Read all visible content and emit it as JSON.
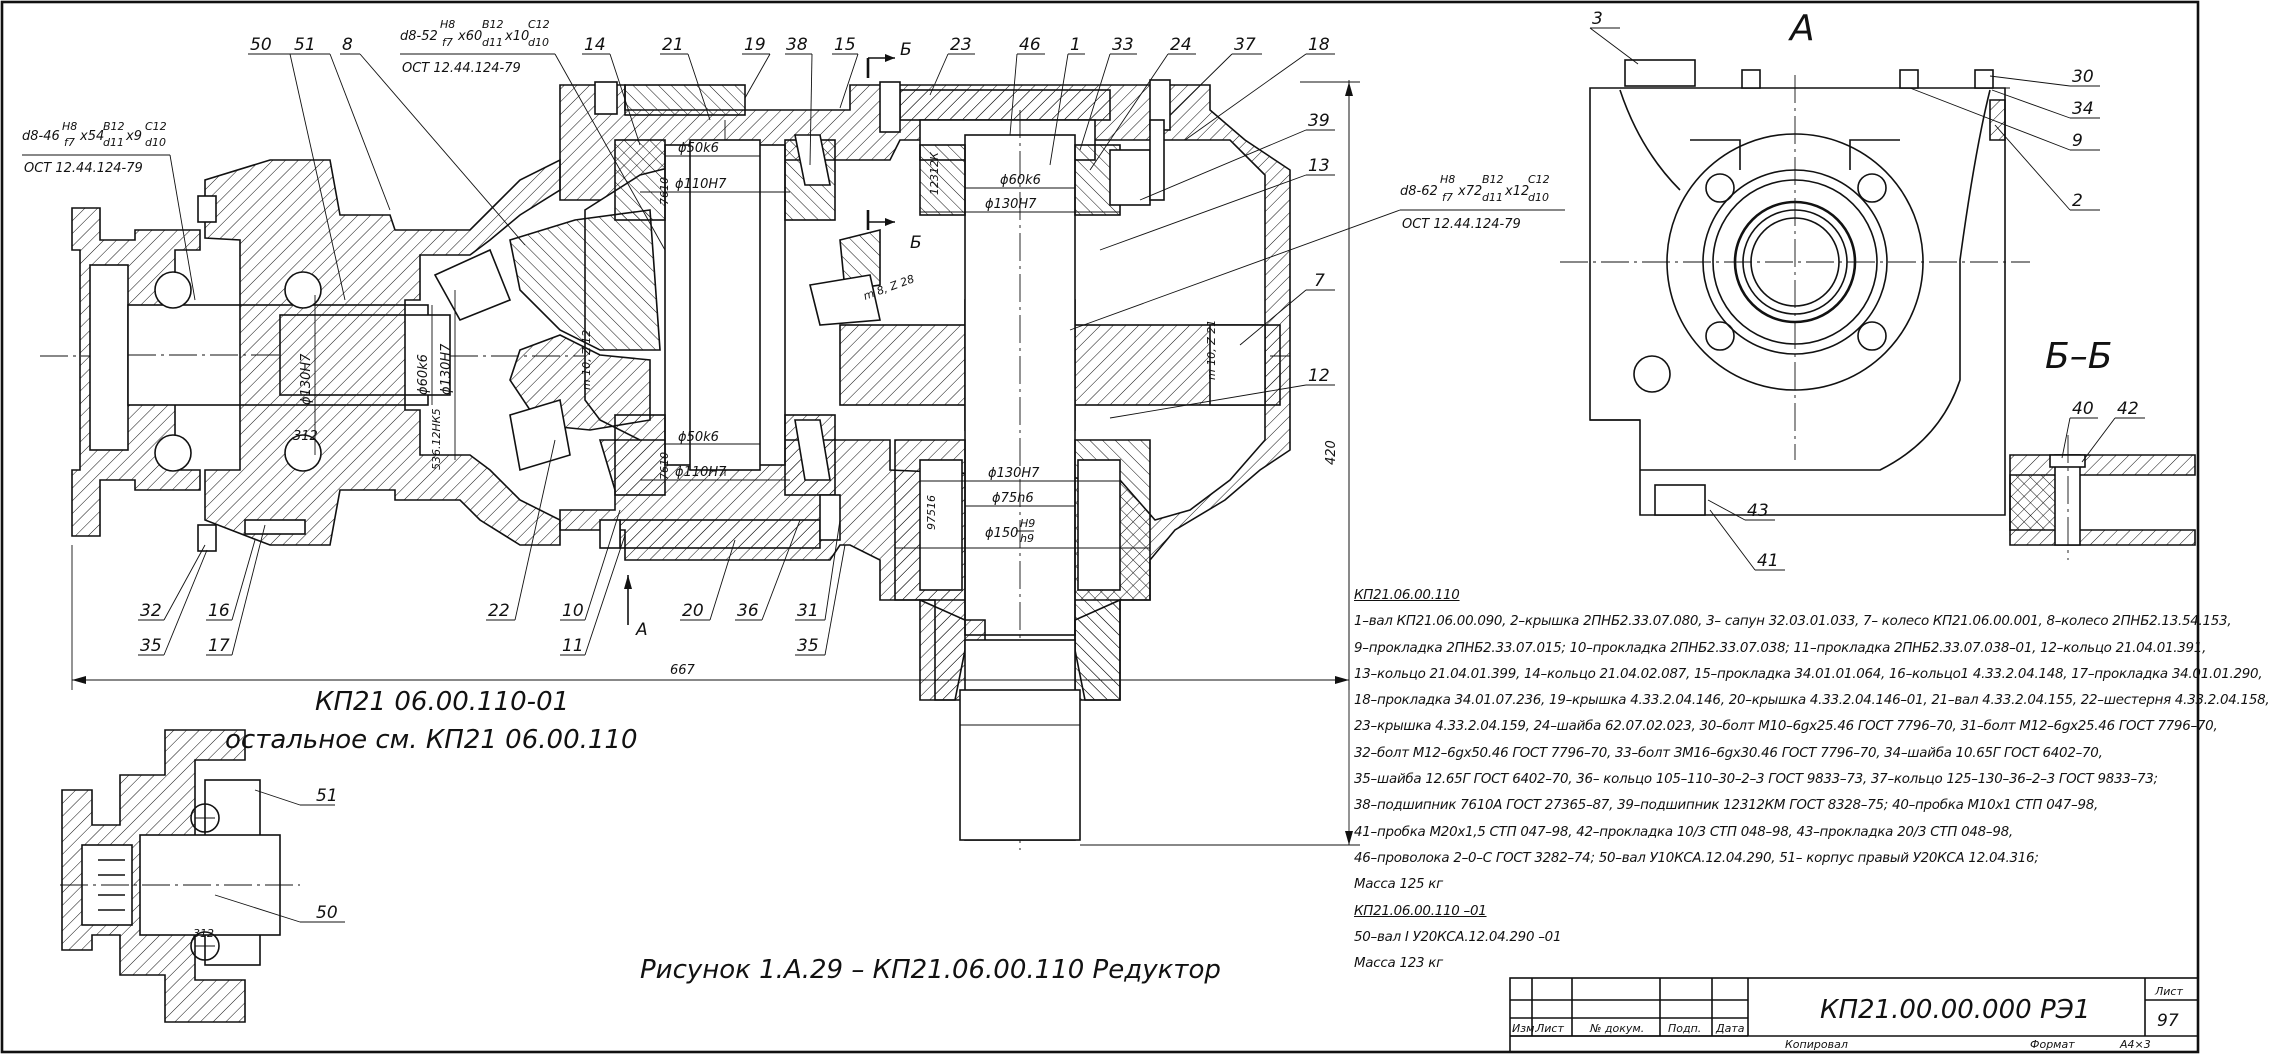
{
  "caption": "Рисунок 1.А.29 – КП21.06.00.110 Редуктор",
  "variant_title": "КП21 06.00.110-01",
  "variant_subtitle": "остальное см. КП21 06.00.110",
  "view_labels": {
    "view_a": "А",
    "section_bb": "Б–Б",
    "arrow_a": "А",
    "section_mark": "Б"
  },
  "spline_specs": [
    {
      "line1": "d8-46",
      "fr1": "H8",
      "fr1b": "f7",
      "mid": "x54",
      "fr2": "B12",
      "fr2b": "d11",
      "end": "x9",
      "fr3": "C12",
      "fr3b": "d10",
      "std": "ОСТ 12.44.124-79"
    },
    {
      "line1": "d8-52",
      "fr1": "H8",
      "fr1b": "f7",
      "mid": "x60",
      "fr2": "B12",
      "fr2b": "d11",
      "end": "x10",
      "fr3": "C12",
      "fr3b": "d10",
      "std": "ОСТ 12.44.124-79"
    },
    {
      "line1": "d8-62",
      "fr1": "H8",
      "fr1b": "f7",
      "mid": "x72",
      "fr2": "B12",
      "fr2b": "d11",
      "end": "x12",
      "fr3": "C12",
      "fr3b": "d10",
      "std": "ОСТ 12.44.124-79"
    }
  ],
  "dimensions": {
    "total_length": "667",
    "total_height": "420",
    "d50k6_upper": "ϕ50k6",
    "d110H7_upper": "ϕ110H7",
    "d50k6_lower": "ϕ50k6",
    "d110H7_lower": "ϕ110H7",
    "d60k6_right": "ϕ60k6",
    "d130H7_right": "ϕ130H7",
    "d130H7_bottom": "ϕ130H7",
    "d75h6": "ϕ75h6",
    "d150": "ϕ150",
    "d150_fit_top": "H9",
    "d150_fit_bot": "h9",
    "d60k6_left": "ϕ60k6",
    "d130H7_left": "ϕ130H7",
    "d130H7_left2": "ϕ130H7",
    "size_312": "312",
    "size_312_small": "312",
    "gear_m10": "m 10, Z 12",
    "gear_m10_r": "m 10, Z 21",
    "gear_m8": "m 8, Z 28",
    "dim_7610": "7610",
    "dim_7610b": "7610",
    "dim_12312": "12312К",
    "dim_9752": "97516",
    "dim_536": "536.12НК5"
  },
  "part_numbers": {
    "p50": "50",
    "p51": "51",
    "p8": "8",
    "p14": "14",
    "p21": "21",
    "p19": "19",
    "p38": "38",
    "p15": "15",
    "p23": "23",
    "p46": "46",
    "p1": "1",
    "p33": "33",
    "p24": "24",
    "p37": "37",
    "p18": "18",
    "p39": "39",
    "p13": "13",
    "p7": "7",
    "p12": "12",
    "p22": "22",
    "p10": "10",
    "p11": "11",
    "p20": "20",
    "p36": "36",
    "p31": "31",
    "p35": "35",
    "p32": "32",
    "p16": "16",
    "p17": "17",
    "p35b": "35",
    "p3": "3",
    "p30": "30",
    "p34": "34",
    "p9": "9",
    "p2": "2",
    "p40": "40",
    "p42": "42",
    "p43": "43",
    "p41": "41",
    "p51b": "51",
    "p50b": "50"
  },
  "notes": {
    "header": "КП21.06.00.110",
    "lines": [
      "1–вал КП21.06.00.090, 2–крышка 2ПНБ2.33.07.080, 3– сапун 32.03.01.033, 7– колесо КП21.06.00.001, 8–колесо 2ПНБ2.13.54.153,",
      "9–прокладка 2ПНБ2.33.07.015; 10–прокладка 2ПНБ2.33.07.038; 11–прокладка 2ПНБ2.33.07.038–01, 12–кольцо 21.04.01.391,",
      "13–кольцо 21.04.01.399, 14–кольцо 21.04.02.087, 15–прокладка 34.01.01.064, 16–кольцо1 4.33.2.04.148, 17–прокладка 34.01.01.290,",
      "18–прокладка 34.01.07.236, 19–крышка 4.33.2.04.146, 20–крышка 4.33.2.04.146–01, 21–вал 4.33.2.04.155, 22–шестерня 4.33.2.04.158,",
      "23–крышка 4.33.2.04.159, 24–шайба 62.07.02.023, 30–болт М10–6gх25.46 ГОСТ 7796–70, 31–болт М12–6gх25.46 ГОСТ 7796–70,",
      "32–болт М12–6gх50.46 ГОСТ 7796–70, 33–болт ЗМ16–6gх30.46 ГОСТ 7796–70, 34–шайба 10.65Г ГОСТ 6402–70,",
      "35–шайба 12.65Г ГОСТ 6402–70, 36– кольцо 105–110–30–2–3 ГОСТ 9833–73, 37–кольцо 125–130–36–2–3 ГОСТ 9833–73;",
      "38–подшипник 7610А ГОСТ 27365–87, 39–подшипник 12312КМ ГОСТ 8328–75; 40–пробка М10х1 СТП 047–98,",
      "41–пробка М20х1,5 СТП 047–98, 42–прокладка 10/3 СТП 048–98, 43–прокладка 20/3 СТП 048–98,",
      "46–проволока 2–0–С ГОСТ 3282–74; 50–вал У10КСА.12.04.290, 51– корпус правый У20КСА 12.04.316;"
    ],
    "mass1": "Масса 125 кг",
    "header2": "КП21.06.00.110 –01",
    "line_variant": "50–вал I У20КСА.12.04.290 –01",
    "mass2": "Масса 123 кг"
  },
  "title_block": {
    "designation": "КП21.00.00.000 РЭ1",
    "sheet_label": "Лист",
    "sheet_number": "97",
    "cols": [
      "Изм.",
      "Лист",
      "№ докум.",
      "Подп.",
      "Дата"
    ],
    "copied": "Копировал",
    "format_label": "Формат",
    "format_value": "А4×3"
  }
}
